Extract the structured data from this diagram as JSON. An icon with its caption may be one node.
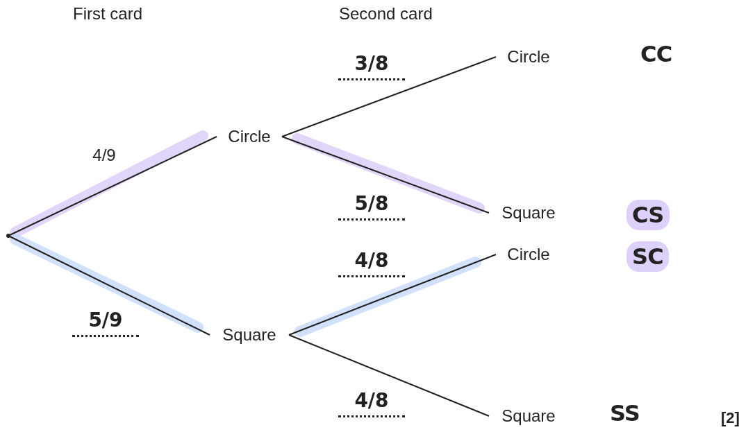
{
  "diagram": {
    "nodes": [
      {
        "text": [],
        "shape": "dot"
      },
      {
        "text": [
          "Circle"
        ]
      },
      {
        "text": [
          "Square"
        ]
      },
      {
        "text": [
          "Circle"
        ]
      },
      {
        "text": [
          "Square"
        ]
      },
      {
        "text": [
          "Circle"
        ]
      },
      {
        "text": [
          "Square"
        ]
      }
    ],
    "edges": [
      {
        "from": 0,
        "to": 1,
        "arrow": "none",
        "label": "4/9"
      },
      {
        "from": 0,
        "to": 2,
        "arrow": "none",
        "label": "5/9"
      },
      {
        "from": 1,
        "to": 3,
        "arrow": "none",
        "label": "3/8"
      },
      {
        "from": 1,
        "to": 4,
        "arrow": "none",
        "label": "5/8"
      },
      {
        "from": 2,
        "to": 5,
        "arrow": "none",
        "label": "4/8"
      },
      {
        "from": 2,
        "to": 6,
        "arrow": "none",
        "label": "4/8"
      }
    ],
    "labels": [
      "First card",
      "Second card",
      "CC",
      "CS",
      "SC",
      "SS",
      "[2]"
    ]
  }
}
